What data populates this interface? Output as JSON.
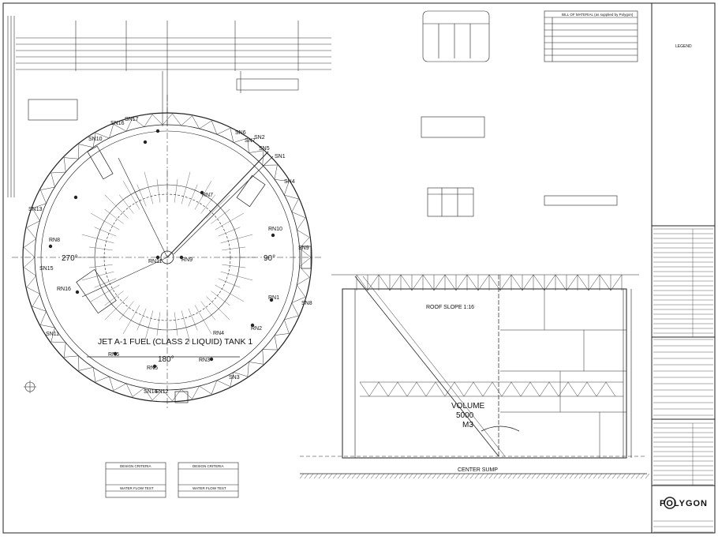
{
  "plan": {
    "tank_title": "JET A-1 FUEL (CLASS 2 LIQUID) TANK 1",
    "deg_270": "270°",
    "deg_90": "90°",
    "deg_180": "180°",
    "rn_labels": [
      "RN1",
      "RN2",
      "RN3",
      "RN4",
      "RN5",
      "RN6",
      "RN7",
      "RN8",
      "RN9",
      "RN10",
      "RN11",
      "RN16"
    ],
    "sn_labels": [
      "SN1",
      "SN2",
      "SN3",
      "SN4",
      "SN5",
      "SN6",
      "SN7",
      "SN8",
      "SN9",
      "SN10",
      "SN11",
      "SN12",
      "SN13",
      "SN14",
      "SN15",
      "SN16",
      "SN17"
    ]
  },
  "elevation": {
    "volume_label": "VOLUME",
    "volume_value": "5000",
    "volume_unit": "M3",
    "center_label": "CENTER SUMP",
    "roof_label": "ROOF SLOPE 1:16"
  },
  "tables": {
    "bom_title": "BILL OF MATERIAL (as supplied by Polygon)",
    "design_criteria_1": "DESIGN CRITERIA",
    "design_criteria_2": "DESIGN CRITERIA",
    "water_flow_test_1": "WATER FLOW TEST",
    "water_flow_test_2": "WATER FLOW TEST"
  },
  "title_block": {
    "company": "POLYGON",
    "legend_title": "LEGEND"
  }
}
